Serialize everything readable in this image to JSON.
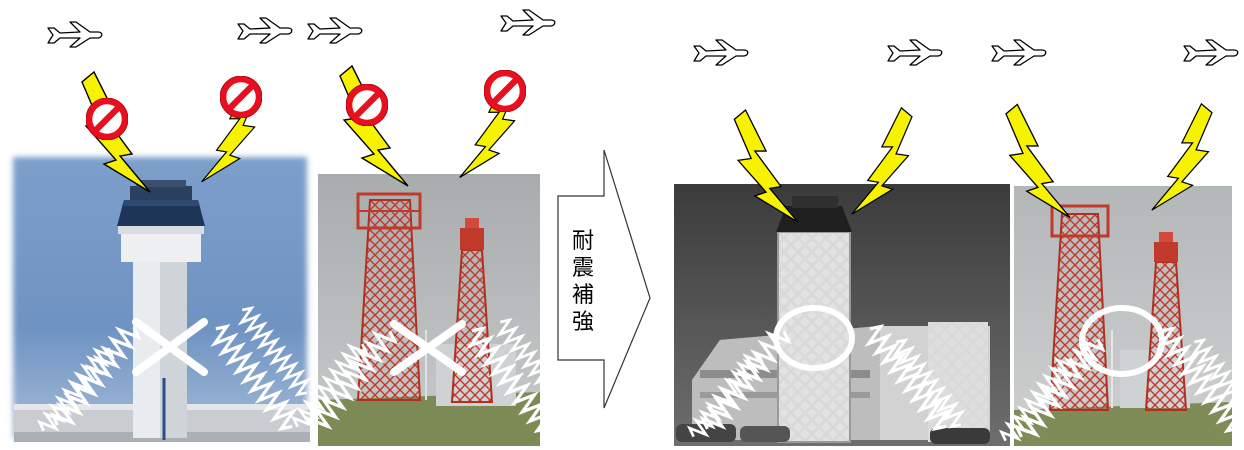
{
  "arrow_label": "耐\n震\n補\n強",
  "colors": {
    "lightning": "#f7f200",
    "no_sign": "#e8101f",
    "sky": "#6f93c2",
    "overcast": "#b9bcbd",
    "tower_red": "#c0392b",
    "grass": "#7c8b56"
  },
  "panels": [
    {
      "name": "before-tower-photo",
      "tone": "color",
      "state": "damaged"
    },
    {
      "name": "before-antenna-photo",
      "tone": "color",
      "state": "damaged"
    },
    {
      "name": "after-tower-photo",
      "tone": "grayscale",
      "state": "reinforced"
    },
    {
      "name": "after-antenna-photo",
      "tone": "color",
      "state": "reinforced"
    }
  ],
  "icons": {
    "airplane": "airplane-icon",
    "lightning": "lightning-bolt-icon",
    "prohibited": "no-entry-icon",
    "quake": "seismic-wave-icon",
    "cross": "x-mark-icon",
    "circle": "reinforced-circle-icon"
  }
}
